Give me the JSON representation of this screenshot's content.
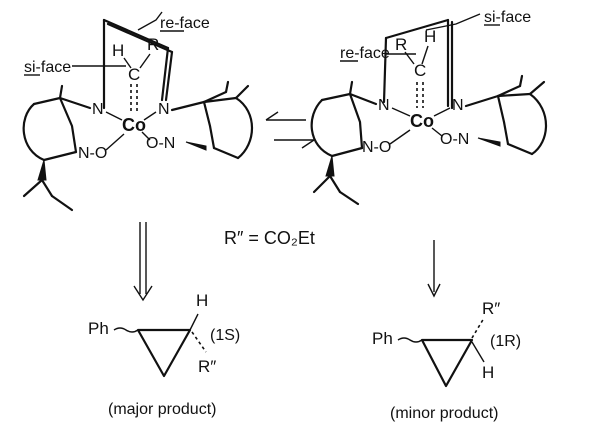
{
  "left_complex": {
    "re_face_label": "re-face",
    "si_face_label": "si-face",
    "atom_h": "H",
    "atom_c": "C",
    "atom_r": "R",
    "atom_co": "Co",
    "atom_n_left": "N",
    "atom_n_right": "N",
    "no_left": "N-O",
    "no_right": "O-N"
  },
  "right_complex": {
    "si_face_label": "si-face",
    "re_face_label": "re-face",
    "atom_r": "R",
    "atom_h": "H",
    "atom_c": "C",
    "atom_co": "Co",
    "atom_n_left": "N",
    "atom_n_right": "N",
    "no_left": "N-O",
    "no_right": "O-N"
  },
  "substituent_definition": "R″ = CO₂Et",
  "left_product": {
    "ph": "Ph",
    "h": "H",
    "r": "R″",
    "config": "(1S)",
    "caption": "(major product)"
  },
  "right_product": {
    "ph": "Ph",
    "h": "H",
    "r": "R″",
    "config": "(1R)",
    "caption": "(minor product)"
  }
}
